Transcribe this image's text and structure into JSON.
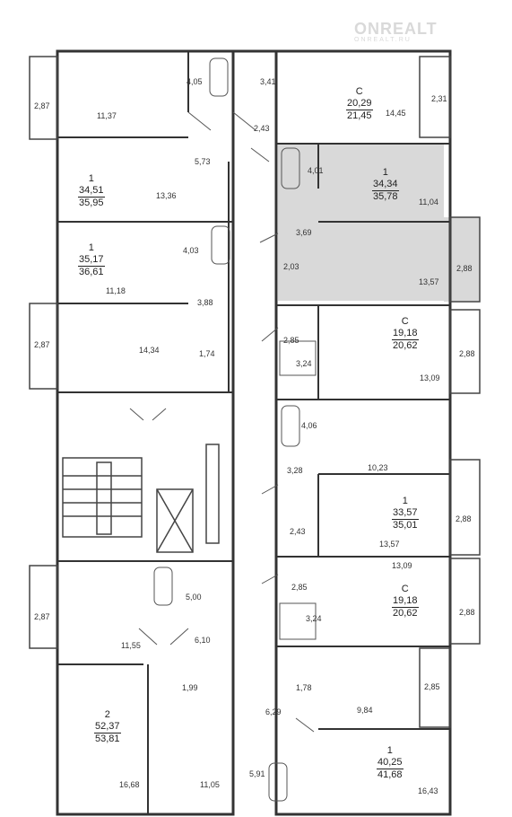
{
  "watermark": {
    "brand": "ONREALT",
    "tagline": "ONREALT.RU"
  },
  "colors": {
    "wall": "#333333",
    "highlight": "#d9d9d9",
    "line": "#555555"
  },
  "apartments": [
    {
      "id": "apt-c-top",
      "rooms": "С",
      "living": "20,29",
      "total": "21,45"
    },
    {
      "id": "apt-1-a",
      "rooms": "1",
      "living": "34,51",
      "total": "35,95"
    },
    {
      "id": "apt-1-b",
      "rooms": "1",
      "living": "34,34",
      "total": "35,78"
    },
    {
      "id": "apt-1-c",
      "rooms": "1",
      "living": "35,17",
      "total": "36,61"
    },
    {
      "id": "apt-c-mid",
      "rooms": "С",
      "living": "19,18",
      "total": "20,62"
    },
    {
      "id": "apt-1-d",
      "rooms": "1",
      "living": "33,57",
      "total": "35,01"
    },
    {
      "id": "apt-c-low",
      "rooms": "С",
      "living": "19,18",
      "total": "20,62"
    },
    {
      "id": "apt-2",
      "rooms": "2",
      "living": "52,37",
      "total": "53,81"
    },
    {
      "id": "apt-1-e",
      "rooms": "1",
      "living": "40,25",
      "total": "41,68"
    }
  ],
  "areas": [
    "2,87",
    "11,37",
    "4,05",
    "3,41",
    "2,43",
    "14,45",
    "2,31",
    "5,73",
    "13,36",
    "4,01",
    "11,04",
    "3,69",
    "2,03",
    "2,88",
    "13,57",
    "4,03",
    "11,18",
    "3,88",
    "2,87",
    "14,34",
    "1,74",
    "2,85",
    "3,24",
    "2,88",
    "13,09",
    "4,06",
    "3,28",
    "10,23",
    "2,88",
    "2,43",
    "13,57",
    "13,09",
    "5,00",
    "2,85",
    "2,87",
    "3,24",
    "2,88",
    "11,55",
    "6,10",
    "1,99",
    "1,78",
    "2,85",
    "6,29",
    "9,84",
    "16,68",
    "11,05",
    "5,91",
    "16,43"
  ]
}
